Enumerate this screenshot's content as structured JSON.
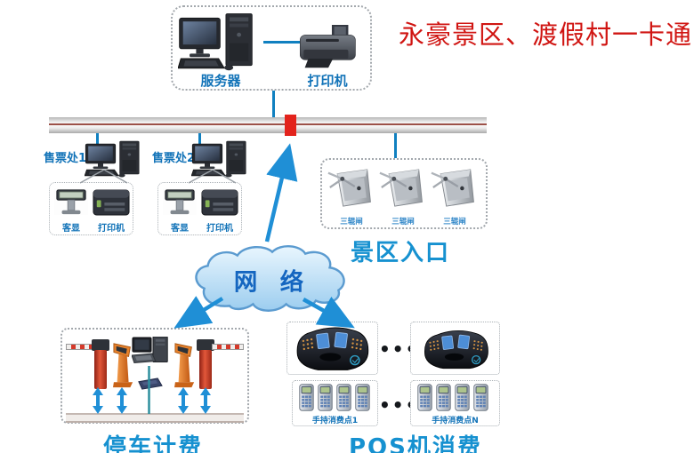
{
  "title": "永豪景区、渡假村一卡通",
  "server_group": {
    "server_label": "服务器",
    "printer_label": "打印机"
  },
  "ticket_offices": [
    {
      "name": "售票处1",
      "display": "客显",
      "printer": "打印机"
    },
    {
      "name": "售票处2",
      "display": "客显",
      "printer": "打印机"
    }
  ],
  "entrance": {
    "turnstiles": [
      "三辊闸",
      "三辊闸",
      "三辊闸"
    ],
    "label": "景区入口"
  },
  "network": {
    "label": "网络"
  },
  "parking": {
    "label": "停车计费"
  },
  "pos": {
    "label": "POS机消费",
    "ellipsis": "•••",
    "handheld_groups": [
      {
        "label": "手持消费点1"
      },
      {
        "label": "手持消费点N"
      }
    ]
  },
  "colors": {
    "title_red": "#d01512",
    "label_blue": "#1273b8",
    "section_blue": "#1691d0",
    "line_blue": "#1080c0",
    "arrow_blue": "#1f8fd6",
    "bus_center_line": "#9c5148",
    "bus_tap_red": "#e3231c",
    "cloud_fill": "#b9dcf4",
    "cloud_stroke": "#5b9bd0"
  }
}
